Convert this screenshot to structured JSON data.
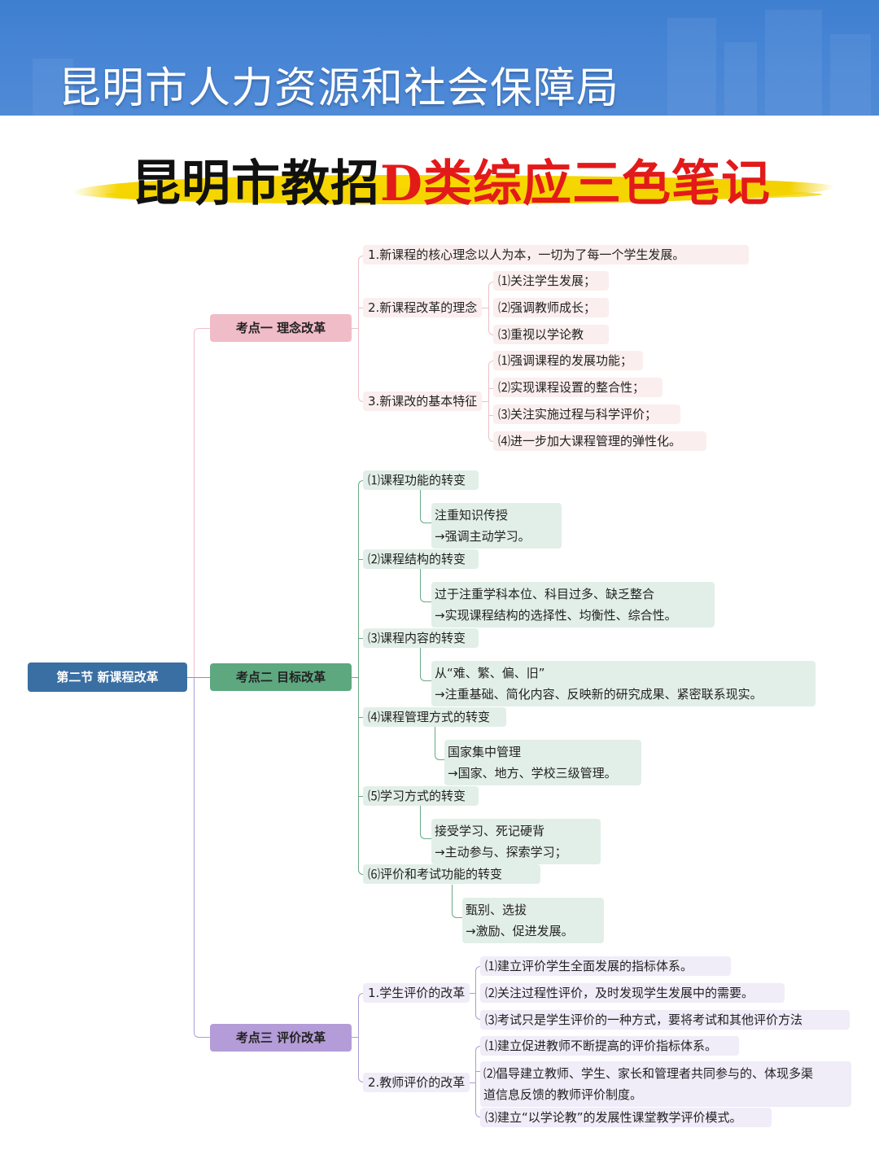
{
  "banner": {
    "title": "昆明市人力资源和社会保障局",
    "color": "#4a86d6"
  },
  "headline": {
    "black_part": "昆明市教招",
    "red_part": "D类综应三色笔记",
    "highlight_color": "#f6d500",
    "red_color": "#e21a1a"
  },
  "mindmap": {
    "root": {
      "label": "第二节 新课程改革",
      "color": "#3a6fa3"
    },
    "topics": [
      {
        "label": "考点一 理念改革",
        "color": "#f0bcc8",
        "children": [
          {
            "label": "1.新课程的核心理念以人为本，一切为了每一个学生发展。",
            "items": []
          },
          {
            "label": "2.新课程改革的理念",
            "items": [
              "⑴关注学生发展；",
              "⑵强调教师成长；",
              "⑶重视以学论教"
            ]
          },
          {
            "label": "3.新课改的基本特征",
            "items": [
              "⑴强调课程的发展功能；",
              "⑵实现课程设置的整合性；",
              "⑶关注实施过程与科学评价；",
              "⑷进一步加大课程管理的弹性化。"
            ]
          }
        ]
      },
      {
        "label": "考点二 目标改革",
        "color": "#5ea880",
        "children": [
          {
            "label": "⑴课程功能的转变",
            "from": "注重知识传授",
            "to": "→强调主动学习。"
          },
          {
            "label": "⑵课程结构的转变",
            "from": "过于注重学科本位、科目过多、缺乏整合",
            "to": "→实现课程结构的选择性、均衡性、综合性。"
          },
          {
            "label": "⑶课程内容的转变",
            "from": "从“难、繁、偏、旧”",
            "to": "→注重基础、简化内容、反映新的研究成果、紧密联系现实。"
          },
          {
            "label": "⑷课程管理方式的转变",
            "from": "国家集中管理",
            "to": "→国家、地方、学校三级管理。"
          },
          {
            "label": "⑸学习方式的转变",
            "from": "接受学习、死记硬背",
            "to": "→主动参与、探索学习；"
          },
          {
            "label": "⑹评价和考试功能的转变",
            "from": "甄别、选拔",
            "to": "→激励、促进发展。"
          }
        ]
      },
      {
        "label": "考点三 评价改革",
        "color": "#b49cd8",
        "children": [
          {
            "label": "1.学生评价的改革",
            "items": [
              "⑴建立评价学生全面发展的指标体系。",
              "⑵关注过程性评价，及时发现学生发展中的需要。",
              "⑶考试只是学生评价的一种方式，要将考试和其他评价方法"
            ]
          },
          {
            "label": "2.教师评价的改革",
            "items": [
              "⑴建立促进教师不断提高的评价指标体系。",
              "⑵倡导建立教师、学生、家长和管理者共同参与的、体现多渠",
              "道信息反馈的教师评价制度。",
              "⑶建立“以学论教”的发展性课堂教学评价模式。"
            ]
          }
        ]
      }
    ]
  }
}
